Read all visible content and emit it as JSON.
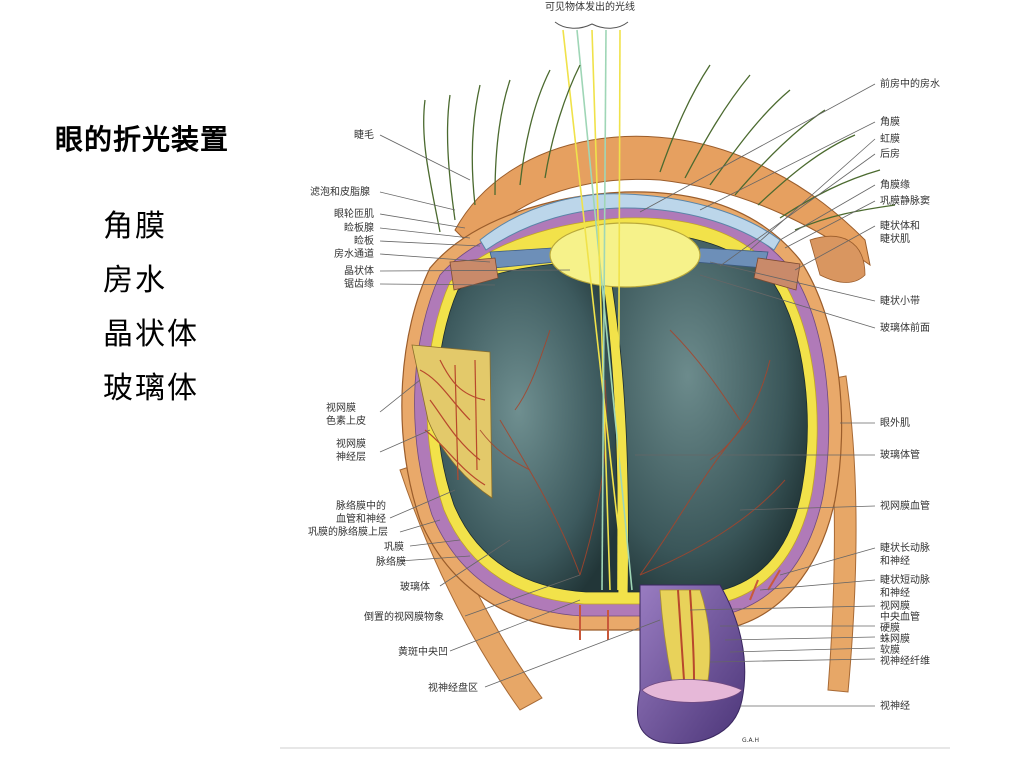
{
  "slide": {
    "title": "眼的折光装置",
    "items": [
      "角膜",
      "房水",
      "晶状体",
      "玻璃体"
    ]
  },
  "diagram": {
    "top_label": "可见物体发出的光线",
    "left_labels": [
      "睫毛",
      "滤泡和皮脂腺",
      "眼轮匝肌",
      "睑板腺",
      "睑板",
      "房水通道",
      "晶状体",
      "锯齿缘",
      "视网膜",
      "色素上皮",
      "视网膜",
      "神经层",
      "脉络膜中的",
      "血管和神经",
      "巩膜的脉络膜上层",
      "巩膜",
      "脉络膜",
      "玻璃体",
      "倒置的视网膜物象",
      "黄斑中央凹",
      "视神经盘区"
    ],
    "right_labels": [
      "前房中的房水",
      "角膜",
      "虹膜",
      "后房",
      "角膜缘",
      "巩膜静脉窦",
      "睫状体和",
      "睫状肌",
      "睫状小带",
      "玻璃体前面",
      "眼外肌",
      "玻璃体管",
      "视网膜血管",
      "睫状长动脉",
      "和神经",
      "睫状短动脉",
      "和神经",
      "视网膜",
      "中央血管",
      "硬膜",
      "蛛网膜",
      "软膜",
      "视神经纤维",
      "视神经"
    ],
    "artist_signature": "G.A.H",
    "colors": {
      "sclera": "#e9a96a",
      "choroid": "#b07ab8",
      "retina": "#f2e24a",
      "vitreous": "#3d5a5e",
      "lens": "#f6f28a",
      "optic_nerve": "#7b5aa8",
      "vessel": "#b8482c"
    }
  }
}
